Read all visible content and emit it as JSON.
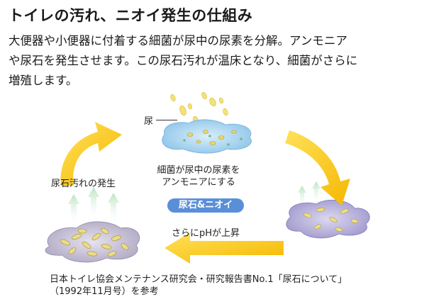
{
  "title": "トイレの汚れ、ニオイ発生の仕組み",
  "description_lines": [
    "大便器や小便器に付着する細菌が尿中の尿素を分解。アンモニア",
    "や尿石を発生させます。この尿石汚れが温床となり、細菌がさらに",
    "増殖します。"
  ],
  "diagram": {
    "urine_label": "尿",
    "bacteria_step": [
      "細菌が尿中の尿素を",
      "アンモニアにする"
    ],
    "stone_label": "尿石汚れの発生",
    "badge": "尿石&ニオイ",
    "ph_label": "さらにpHが上昇"
  },
  "source_lines": [
    "日本トイレ協会メンテナンス研究会・研究報告書No.1「尿石について」",
    "（1992年11月号）を参考"
  ],
  "colors": {
    "arrow": "#f5c400",
    "badge": "#5a8fd8",
    "puddle_blue": "#a9d3ef",
    "puddle_purple": "#b9b3dc",
    "puddle_gray": "#c8c2d6",
    "bacteria": "#e8d870"
  }
}
